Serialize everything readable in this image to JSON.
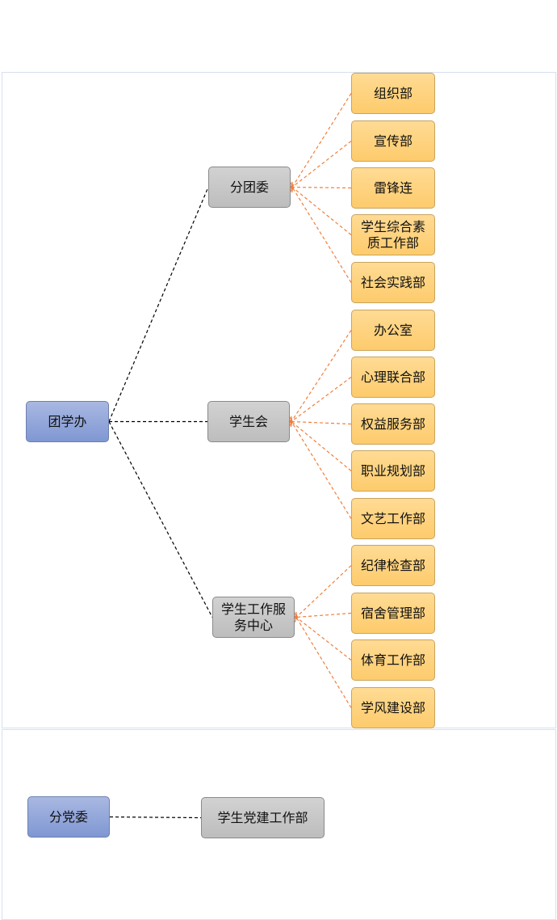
{
  "colors": {
    "root": "#8ea2d9",
    "mid": "#c8c8c8",
    "leaf": "#fed283",
    "link_primary": "#000000",
    "link_secondary": "#f07f3c"
  },
  "tree": {
    "root": "团学办",
    "branches": [
      {
        "label": "分团委",
        "children": [
          "组织部",
          "宣传部",
          "雷锋连",
          "学生综合素质工作部",
          "社会实践部"
        ]
      },
      {
        "label": "学生会",
        "children": [
          "办公室",
          "心理联合部",
          "权益服务部",
          "职业规划部",
          "文艺工作部"
        ]
      },
      {
        "label": "学生工作服务中心",
        "children": [
          "纪律检查部",
          "宿舍管理部",
          "体育工作部",
          "学风建设部"
        ]
      }
    ]
  },
  "party": {
    "root": "分党委",
    "child": "学生党建工作部"
  }
}
